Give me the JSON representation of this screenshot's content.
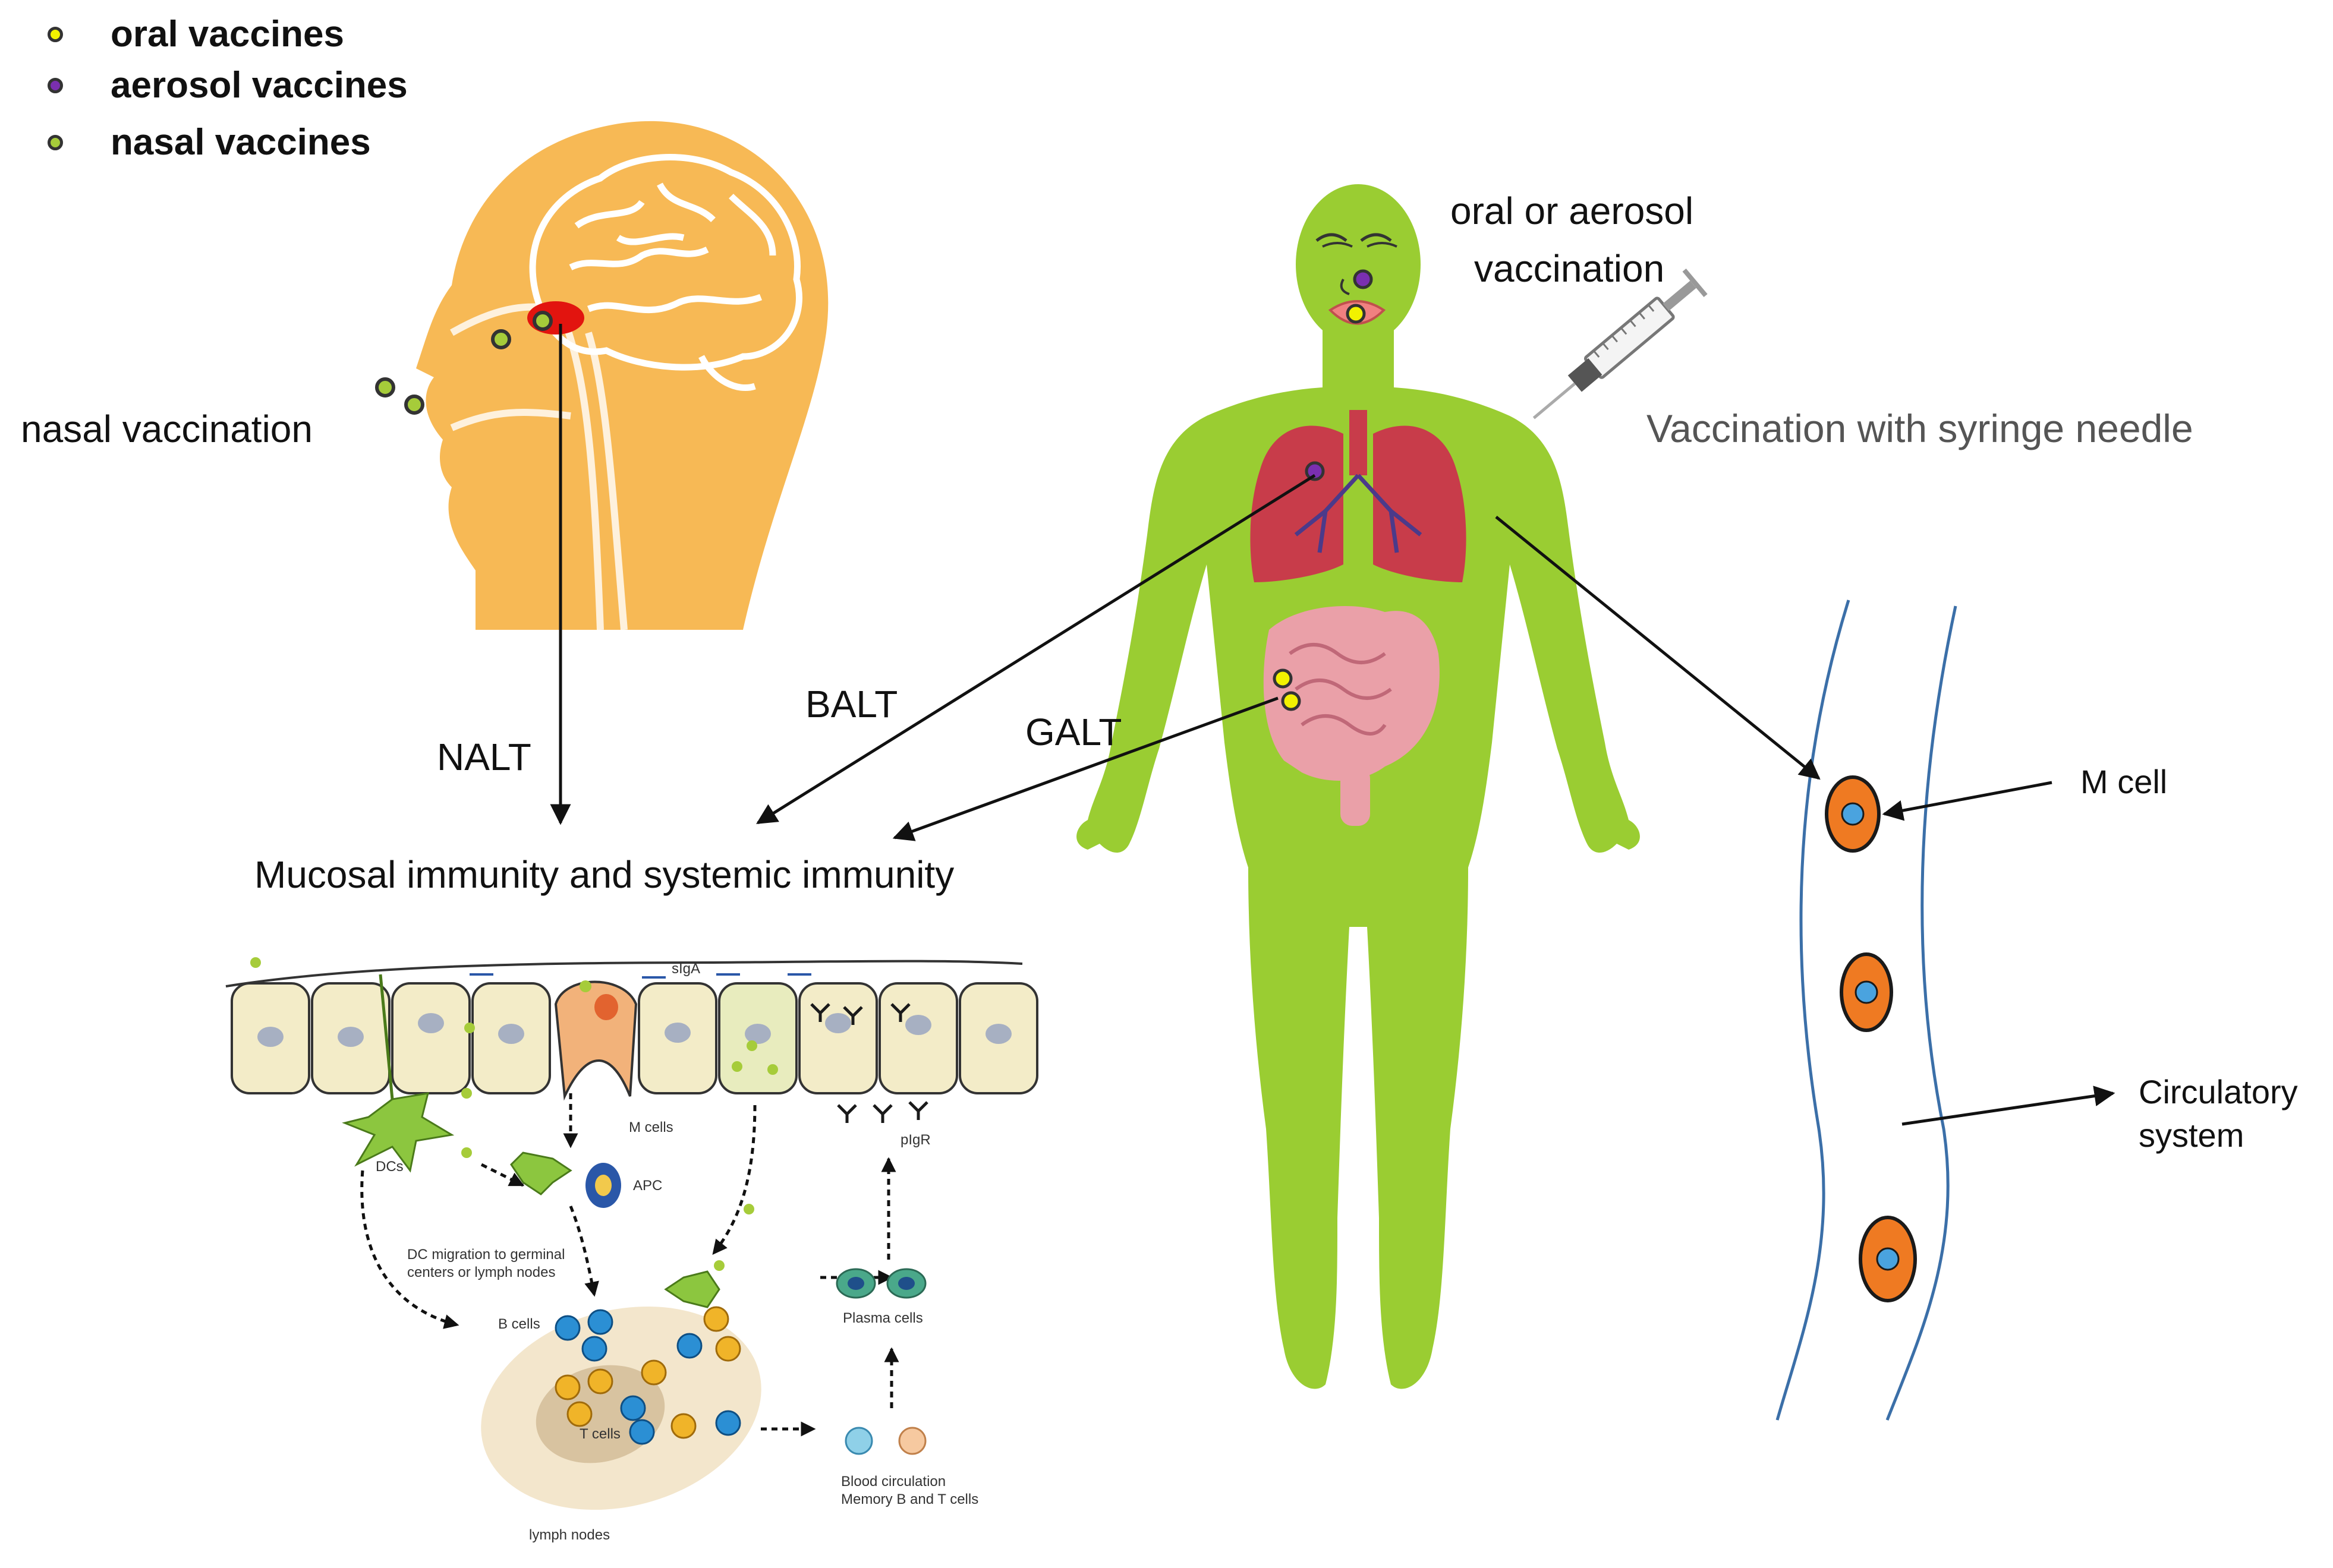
{
  "legend": {
    "items": [
      {
        "label": "oral vaccines",
        "color": "#f2f200"
      },
      {
        "label": "aerosol vaccines",
        "color": "#7a2fb0"
      },
      {
        "label": "nasal vaccines",
        "color": "#a6cc3a"
      }
    ]
  },
  "labels": {
    "nasal_vaccination": "nasal vaccination",
    "oral_aerosol_line1": "oral or aerosol",
    "oral_aerosol_line2": "vaccination",
    "syringe": "Vaccination with syringe needle",
    "nalt": "NALT",
    "balt": "BALT",
    "galt": "GALT",
    "mucosal": "Mucosal immunity and systemic immunity",
    "m_cell": "M cell",
    "circulatory_line1": "Circulatory",
    "circulatory_line2": "system"
  },
  "inset": {
    "siga": "sIgA",
    "m_cells": "M cells",
    "dcs": "DCs",
    "apc": "APC",
    "pigr": "pIgR",
    "dc_migration_line1": "DC migration to germinal",
    "dc_migration_line2": "centers or lymph nodes",
    "b_cells": "B cells",
    "t_cells": "T cells",
    "plasma_cells": "Plasma cells",
    "blood_circ_line1": "Blood circulation",
    "blood_circ_line2": "Memory B and T cells",
    "lymph_nodes": "lymph nodes"
  },
  "colors": {
    "body_green": "#9acd32",
    "head_orange": "#f7b955",
    "lung_red": "#c83c4a",
    "intestine_pink": "#eaa0a8",
    "cell_orange": "#ef7a22",
    "cell_blue": "#4aa3df",
    "vessel_blue": "#3b6fa8",
    "epithelium": "#f3ecc8"
  }
}
